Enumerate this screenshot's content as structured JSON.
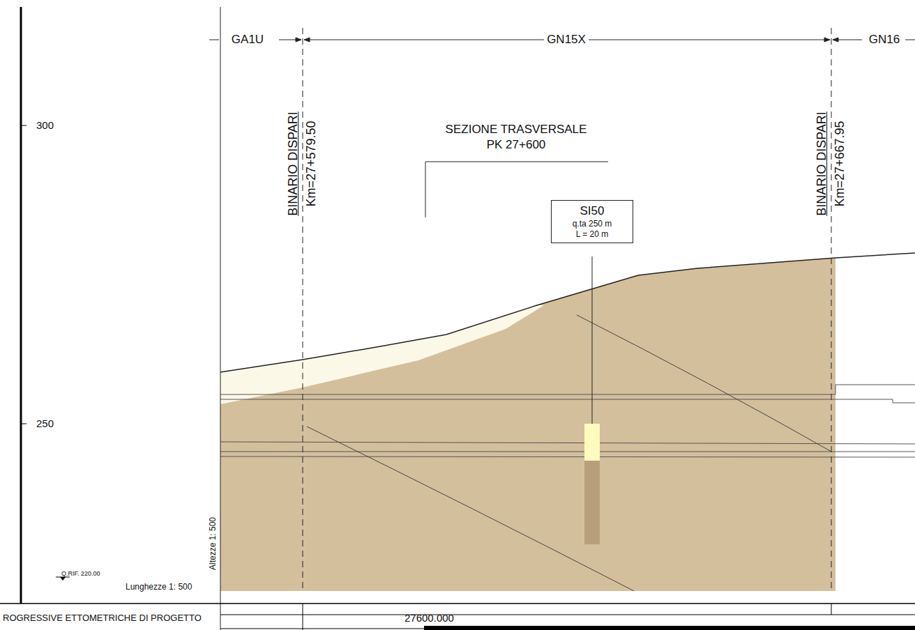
{
  "diagram": {
    "nodes": [
      {
        "text": [
          "SI50",
          "q.ta 250 m",
          "L = 20 m"
        ]
      }
    ],
    "labels": [
      "GA1U",
      "GN15X",
      "GN16",
      "300",
      "250",
      "BINARIO DISPARI",
      "Km=27+579.50",
      "SEZIONE TRASVERSALE",
      "PK 27+600",
      "BINARIO DISPARI",
      "Km=27+667.95",
      "Altezze 1: 500",
      "Q.RIF. 220.00",
      "Lunghezze 1: 500",
      "ROGRESSIVE ETTOMETRICHE DI PROGETTO",
      "27600.000"
    ]
  }
}
